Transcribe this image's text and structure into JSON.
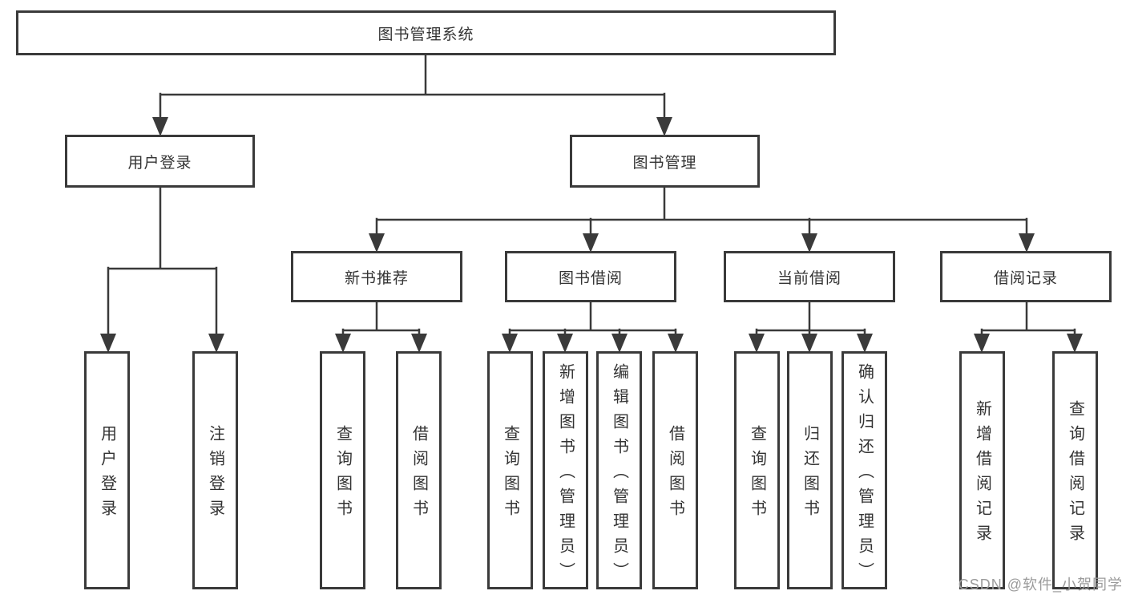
{
  "tree": {
    "root": "图书管理系统",
    "children": [
      {
        "label": "用户登录",
        "children": [
          "用户登录",
          "注销登录"
        ]
      },
      {
        "label": "图书管理",
        "children": [
          {
            "label": "新书推荐",
            "children": [
              "查询图书",
              "借阅图书"
            ]
          },
          {
            "label": "图书借阅",
            "children": [
              "查询图书",
              "新增图书（管理员）",
              "编辑图书（管理员）",
              "借阅图书"
            ]
          },
          {
            "label": "当前借阅",
            "children": [
              "查询图书",
              "归还图书",
              "确认归还（管理员）"
            ]
          },
          {
            "label": "借阅记录",
            "children": [
              "新增借阅记录",
              "查询借阅记录"
            ]
          }
        ]
      }
    ]
  },
  "watermark": "CSDN @软件_小贺同学",
  "colors": {
    "line": "#3a3a3a",
    "text": "#333333",
    "background": "#ffffff",
    "watermark": "#9b9b9b"
  }
}
